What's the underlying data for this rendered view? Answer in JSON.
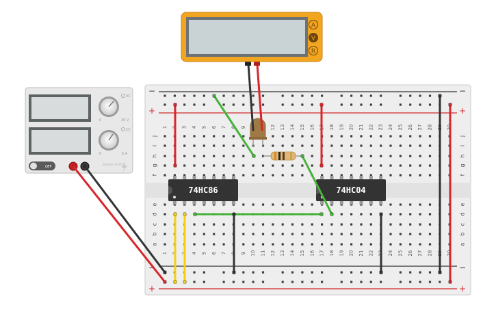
{
  "multimeter": {
    "display_value": "",
    "modes": [
      "A",
      "V",
      "R"
    ],
    "selected_mode": "V",
    "colors": {
      "body": "#f2a51f",
      "screen": "#c9d3d6"
    }
  },
  "power_supply": {
    "voltage_display": "",
    "current_display": "",
    "voltage_knob": {
      "icon": "voltage-icon",
      "label": "VC",
      "min": "0",
      "max": "30 V"
    },
    "current_knob": {
      "icon": "current-icon",
      "label": "CC",
      "min": "0",
      "max": "5 A"
    },
    "switch_label": "OFF",
    "brand_label": "ENERGY SUPPLY",
    "lightning_icon": "lightning-icon",
    "colors": {
      "body": "#e8e8e8",
      "screen": "#d9dcdc"
    }
  },
  "breadboard": {
    "column_numbers": [
      "1",
      "2",
      "3",
      "4",
      "5",
      "6",
      "7",
      "8",
      "9",
      "10",
      "11",
      "12",
      "13",
      "14",
      "15",
      "16",
      "17",
      "18",
      "19",
      "20",
      "21",
      "22",
      "23",
      "24",
      "25",
      "26",
      "27",
      "28",
      "29",
      "30"
    ],
    "row_letters_top": [
      "j",
      "i",
      "h",
      "g",
      "f"
    ],
    "row_letters_bottom": [
      "e",
      "d",
      "c",
      "b",
      "a"
    ],
    "rail_minus": "−",
    "rail_plus": "+",
    "colors": {
      "board": "#eeeeee",
      "hole": "#3f3f3f",
      "rail_red": "#d12a2a",
      "rail_black": "#333333"
    }
  },
  "chips": [
    {
      "label": "74HC86"
    },
    {
      "label": "74HC04"
    }
  ],
  "wire_colors": {
    "red": "#d8262b",
    "black": "#333333",
    "yellow": "#f3d20d",
    "green": "#46b33a"
  }
}
